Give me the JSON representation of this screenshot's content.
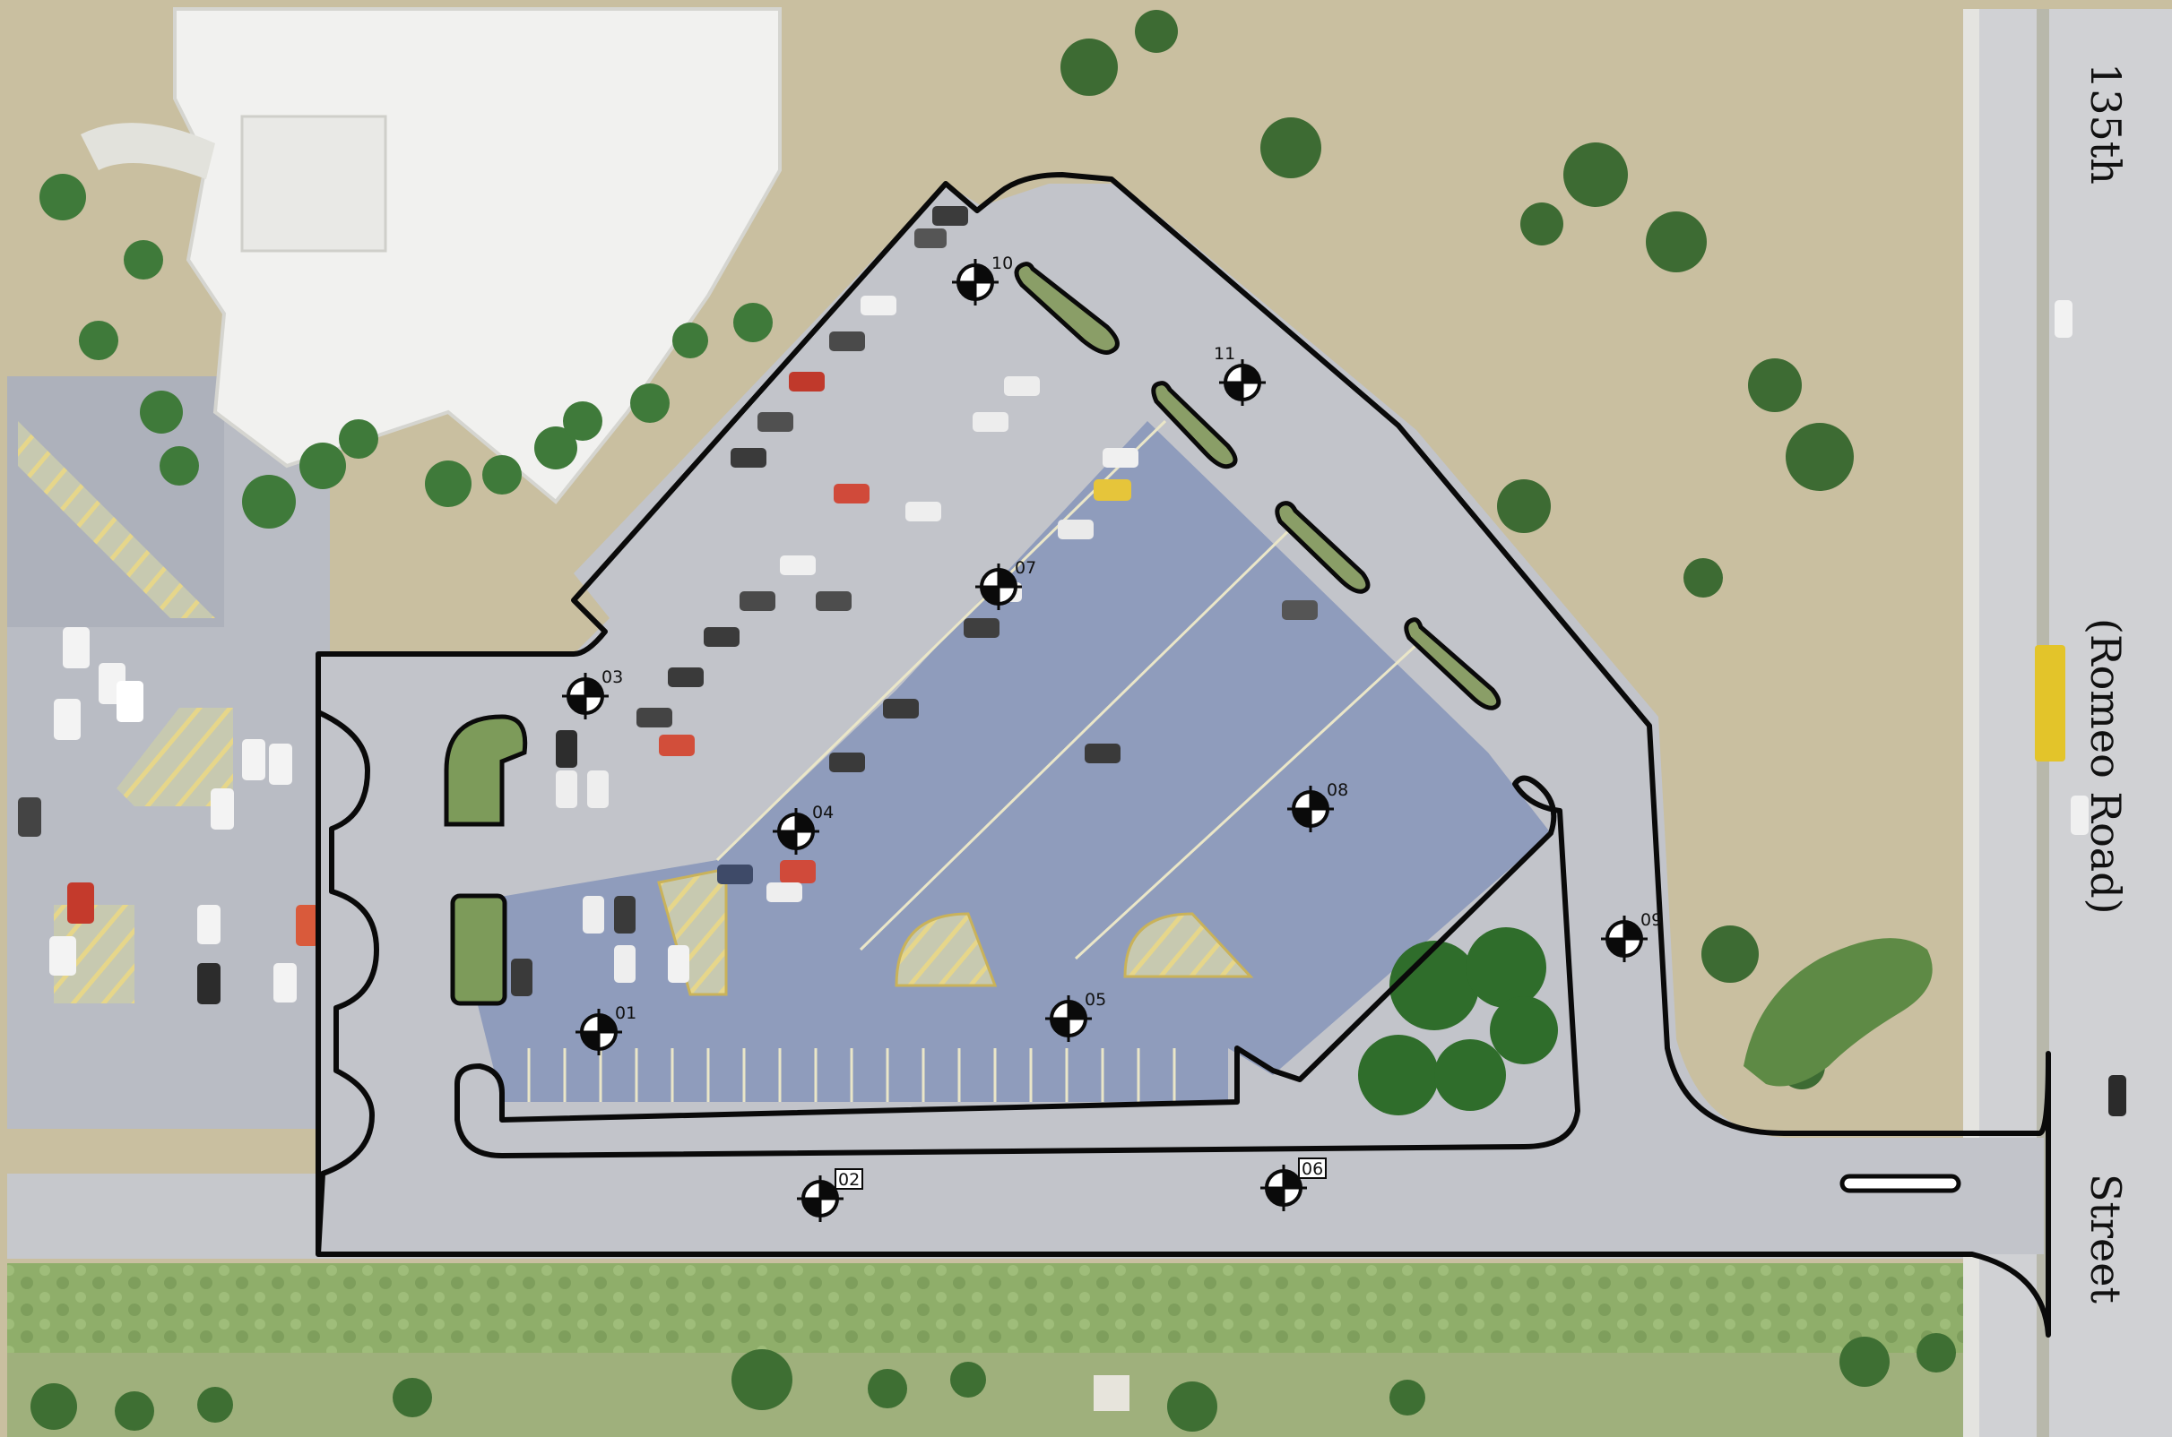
{
  "road_labels": {
    "top": "135th",
    "middle": "(Romeo Road)",
    "bottom": "Street"
  },
  "survey_points": [
    "01",
    "02",
    "03",
    "04",
    "05",
    "06",
    "07",
    "08",
    "09",
    "10",
    "11"
  ],
  "colors": {
    "boundary": "#0a0a0a",
    "grass": "#c9bfa0",
    "asphalt": "#c6c8cc",
    "lot_pavement": "#8f9cbc",
    "building_roof": "#f1f1ef",
    "tree": "#3f7a3a",
    "stripe": "#e8d77a",
    "field": "#8fae6a"
  }
}
